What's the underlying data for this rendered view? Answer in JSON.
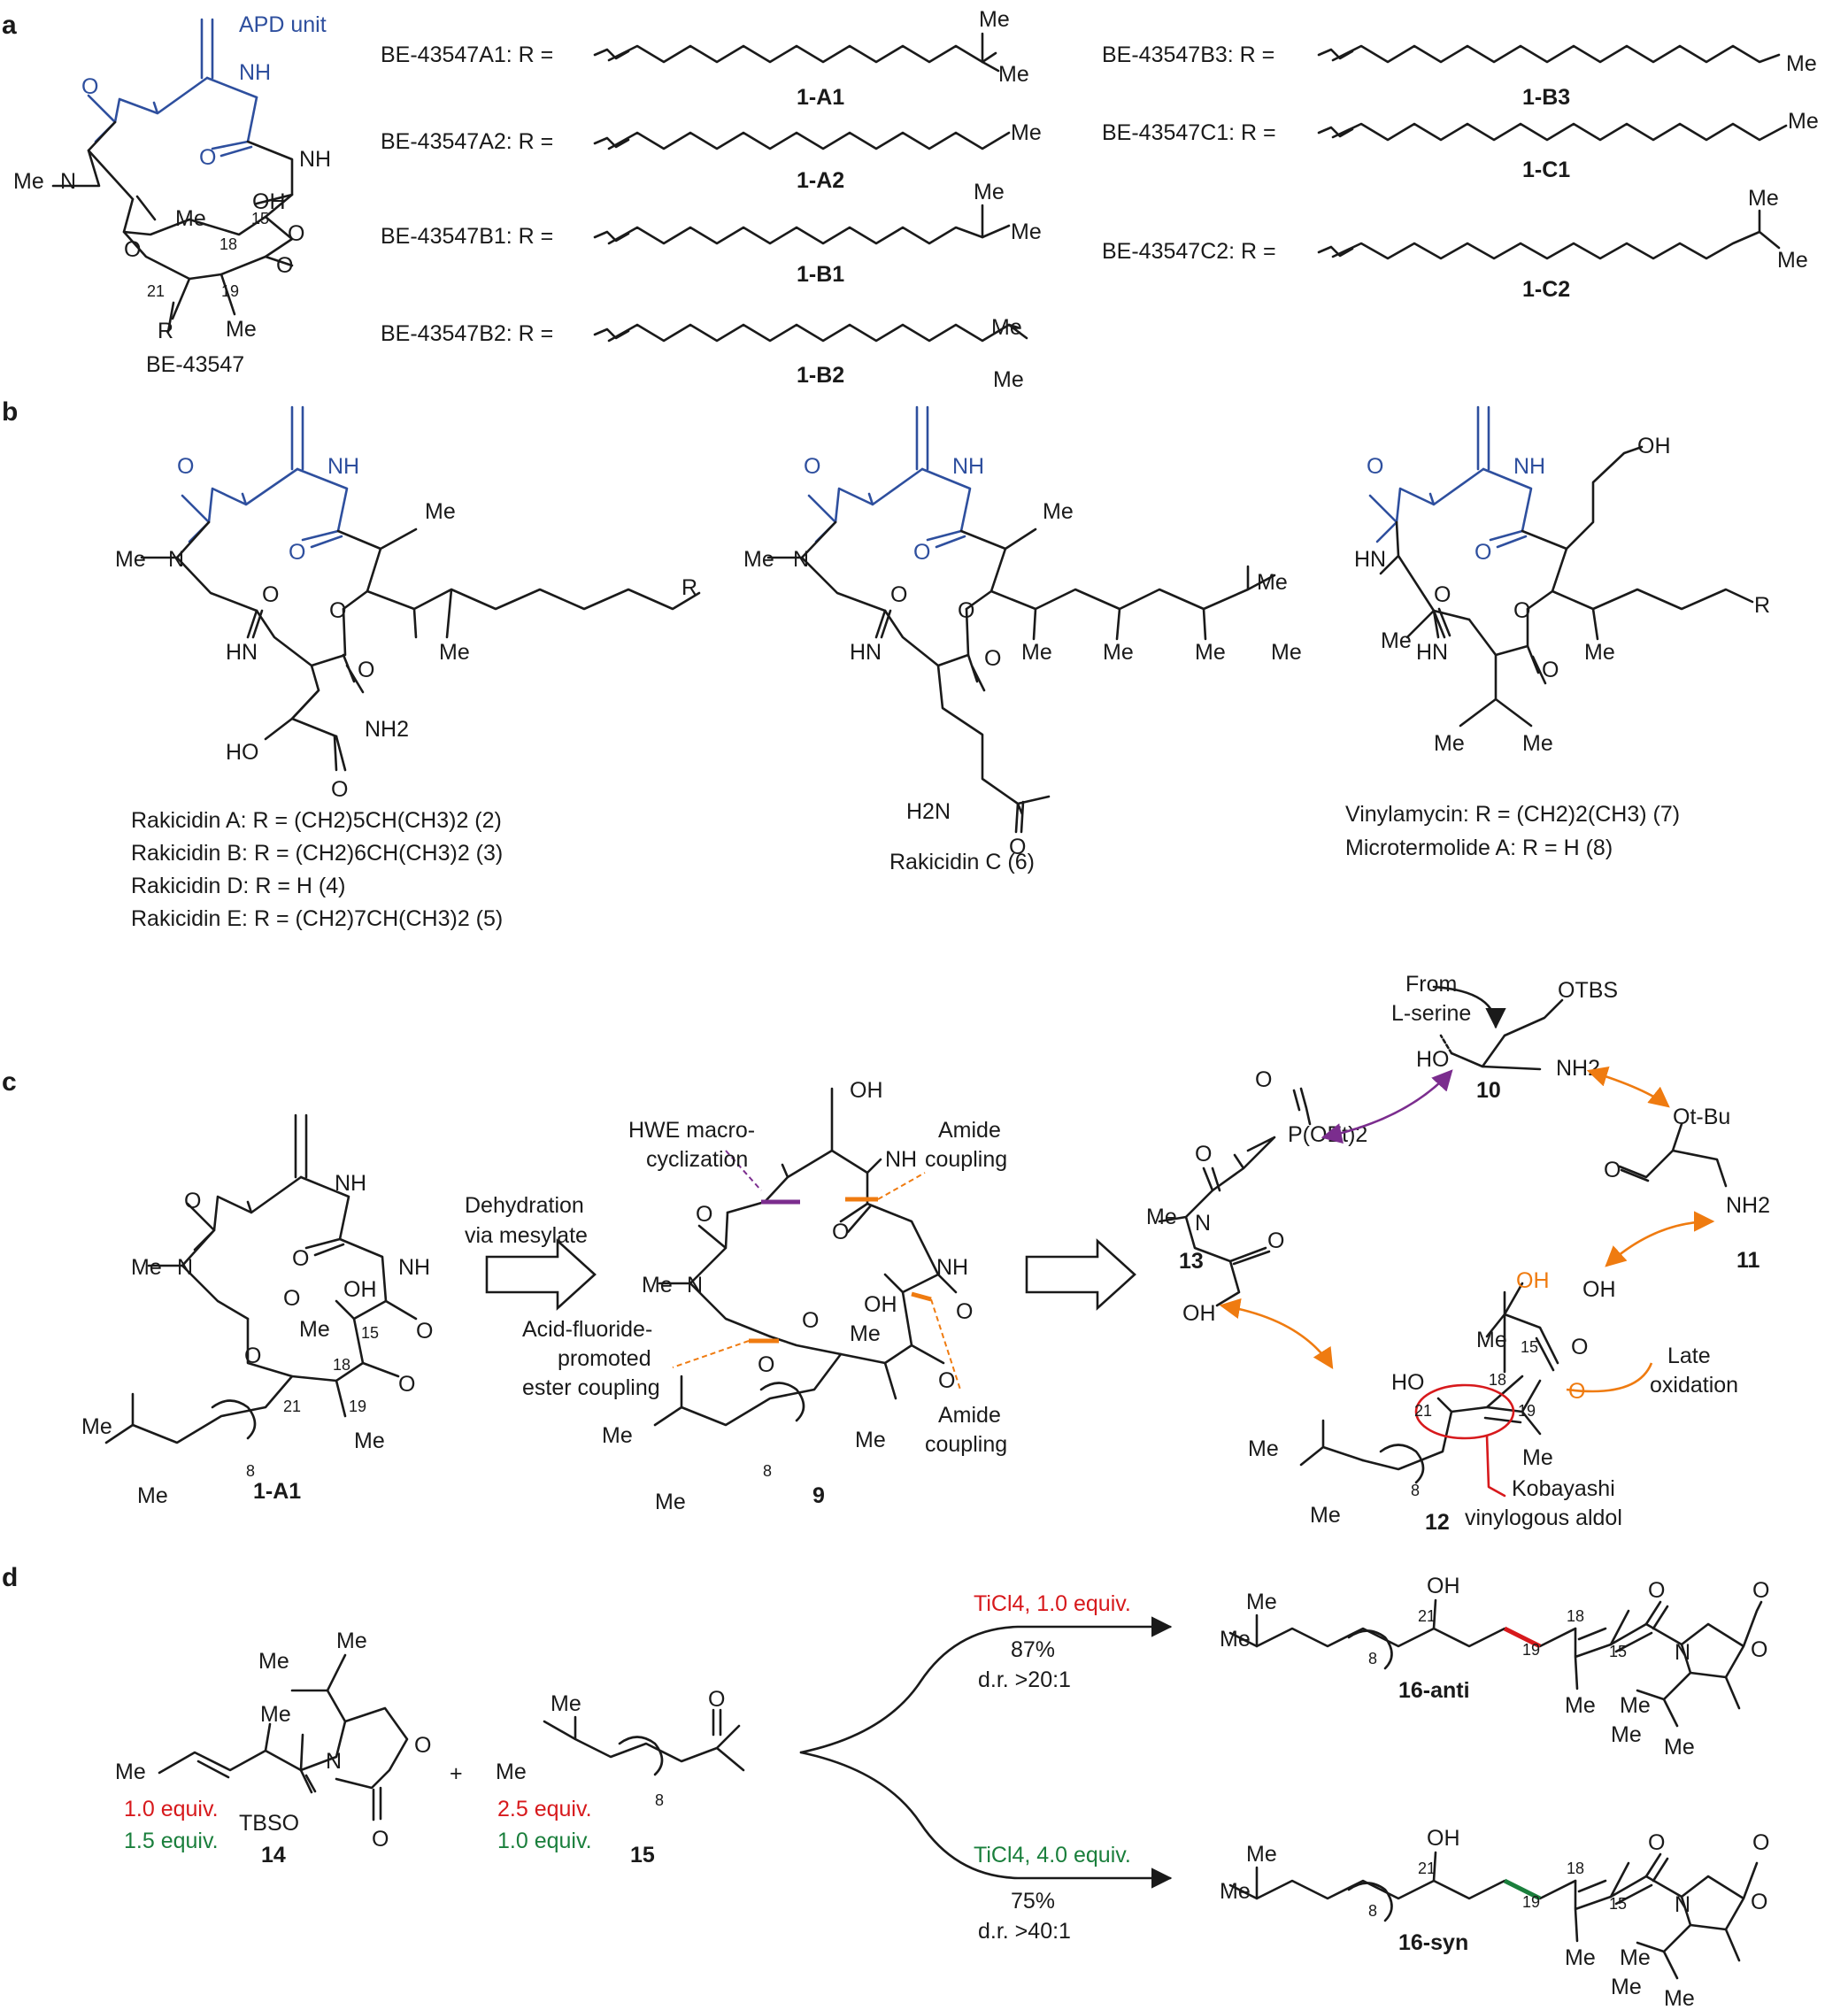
{
  "panels": {
    "a": "a",
    "b": "b",
    "c": "c",
    "d": "d"
  },
  "panel_a": {
    "apd_unit": "APD unit",
    "core_name": "BE-43547",
    "variants": [
      {
        "label": "BE-43547A1: R =",
        "id": "1-A1"
      },
      {
        "label": "BE-43547A2: R =",
        "id": "1-A2"
      },
      {
        "label": "BE-43547B1: R =",
        "id": "1-B1"
      },
      {
        "label": "BE-43547B2: R =",
        "id": "1-B2"
      },
      {
        "label": "BE-43547B3: R =",
        "id": "1-B3"
      },
      {
        "label": "BE-43547C1: R =",
        "id": "1-C1"
      },
      {
        "label": "BE-43547C2: R =",
        "id": "1-C2"
      }
    ],
    "atoms": {
      "me": "Me",
      "nh": "NH",
      "oh": "OH",
      "o": "O",
      "n": "N",
      "r": "R",
      "c15": "15",
      "c18": "18",
      "c19": "19",
      "c21": "21"
    }
  },
  "panel_b": {
    "rakicidin_lines": [
      "Rakicidin A: R = (CH2)5CH(CH3)2 (2)",
      "Rakicidin B: R = (CH2)6CH(CH3)2 (3)",
      "Rakicidin D: R = H (4)",
      "Rakicidin E: R = (CH2)7CH(CH3)2 (5)"
    ],
    "rakicidin_c": "Rakicidin C (6)",
    "vinylamycin_lines": [
      "Vinylamycin: R = (CH2)2(CH3) (7)",
      "Microtermolide A: R = H (8)"
    ],
    "atoms": {
      "hn": "HN",
      "nh2": "NH2",
      "h2n": "H2N",
      "ho": "HO",
      "oh": "OH",
      "me": "Me",
      "r": "R"
    }
  },
  "panel_c": {
    "arrow1_text": [
      "Dehydration",
      "via mesylate"
    ],
    "compound_1a1": "1-A1",
    "compound_9": "9",
    "hwe_label": [
      "HWE macro-",
      "cyclization"
    ],
    "amide1_label": [
      "Amide",
      "coupling"
    ],
    "amide2_label": [
      "Amide",
      "coupling"
    ],
    "ester_label": [
      "Acid-fluoride-",
      "promoted",
      "ester coupling"
    ],
    "from_serine": [
      "From",
      "L-serine"
    ],
    "otbs": "OTBS",
    "nh2": "NH2",
    "ho_aldehyde": "HO",
    "p_oet": "P(OEt)2",
    "ot_bu": "Ot-Bu",
    "compound_10": "10",
    "compound_11": "11",
    "compound_12": "12",
    "compound_13": "13",
    "late_oxidation": [
      "Late",
      "oxidation"
    ],
    "kobayashi": [
      "Kobayashi",
      "vinylogous aldol"
    ],
    "num8": "8"
  },
  "panel_d": {
    "cmpd14_equiv": [
      "1.0 equiv.",
      "1.5 equiv."
    ],
    "cmpd15_equiv": [
      "2.5 equiv.",
      "1.0 equiv."
    ],
    "compound_14": "14",
    "compound_15": "15",
    "plus": "+",
    "tbso": "TBSO",
    "top_reagent": "TiCl4, 1.0 equiv.",
    "top_yield": "87%",
    "top_dr": "d.r. >20:1",
    "bottom_reagent": "TiCl4, 4.0 equiv.",
    "bottom_yield": "75%",
    "bottom_dr": "d.r. >40:1",
    "product_anti": "16-anti",
    "product_syn": "16-syn"
  },
  "colors": {
    "blue": "#2e4f9e",
    "red": "#d7191c",
    "green": "#1a7f3c",
    "orange": "#ef7b10",
    "purple": "#7b2d8e",
    "black": "#1a1a1a"
  }
}
